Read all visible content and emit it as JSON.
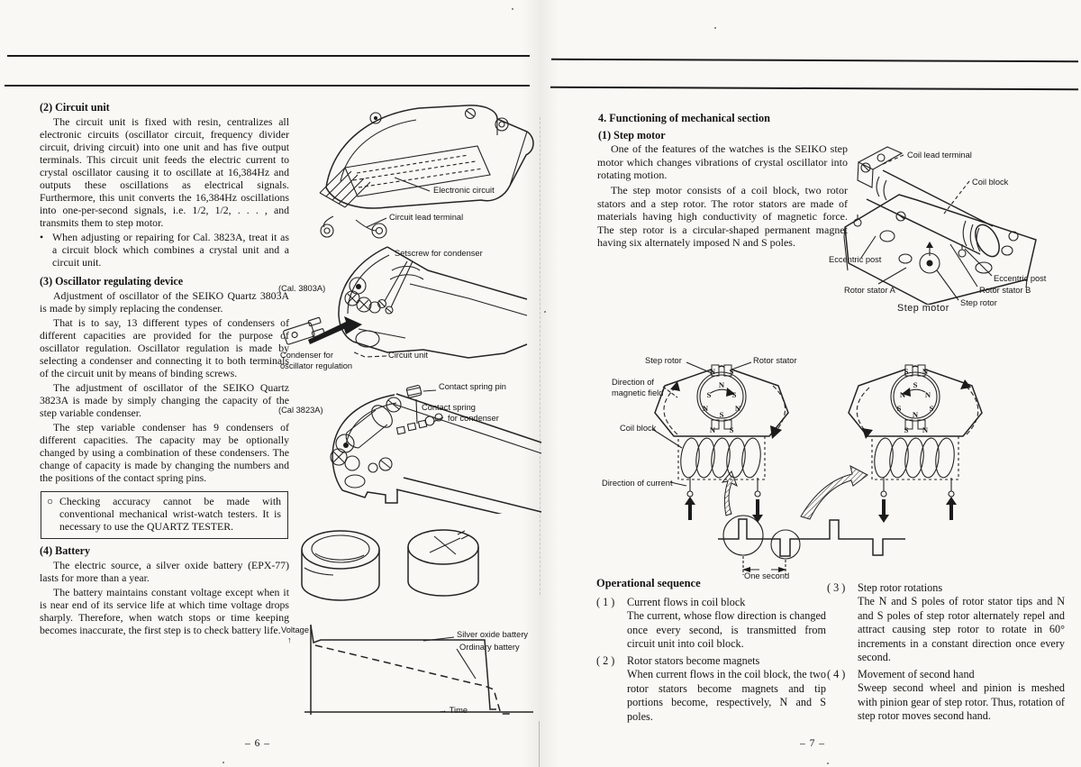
{
  "left_page": {
    "page_number": "– 6 –",
    "section2": {
      "heading": "(2) Circuit unit",
      "p1": "The circuit unit is fixed with resin, centralizes all electronic circuits (oscillator circuit, frequency divider circuit, driving circuit) into one unit and has five output terminals. This circuit unit feeds the electric current to crystal oscillator causing it to oscillate at 16,384Hz and outputs these oscillations as electrical signals. Furthermore, this unit converts the 16,384Hz oscillations into one-per-second signals, i.e. 1/2, 1/2, . . . , and transmits them to step motor.",
      "bullet_marker": "•",
      "bullet": "When adjusting or repairing for Cal. 3823A, treat it as a circuit block which combines a crystal unit and a circuit unit."
    },
    "section3": {
      "heading": "(3) Oscillator regulating device",
      "p1": "Adjustment of oscillator of the SEIKO Quartz 3803A is made by simply replacing the condenser.",
      "p2": "That is to say, 13 different types of condensers of different capacities are provided for the purpose of oscillator regulation. Oscillator regulation is made by selecting a condenser and connecting it to both terminals of the circuit unit by means of binding screws.",
      "p3": "The adjustment of oscillator of the SEIKO Quartz 3823A is made by simply changing the capacity of the step variable condenser.",
      "p4": "The step variable condenser has 9 condensers of different capacities. The capacity may be optionally changed by using a combination of these condensers. The change of capacity is made by changing the numbers and the positions of the contact spring pins."
    },
    "note": {
      "marker": "○",
      "text": "Checking accuracy cannot be made with conventional mechanical wrist-watch testers. It is necessary to use the QUARTZ TESTER."
    },
    "section4": {
      "heading": "(4) Battery",
      "p1": "The electric source, a silver oxide battery (EPX-77) lasts for more than a year.",
      "p2": "The battery maintains constant voltage except when it is near end of its service life at which time voltage drops sharply. Therefore, when watch stops or time keeping becomes inaccurate, the first step is to check battery life."
    },
    "fig_movement": {
      "electronic_circuit": "Electronic circuit",
      "circuit_lead_terminal": "Circuit lead terminal"
    },
    "fig_3803": {
      "cal": "(Cal. 3803A)",
      "setscrew": "Setscrew for condenser",
      "condenser": "Condenser for\noscillator regulation",
      "circuit_unit": "Circuit unit"
    },
    "fig_3823": {
      "cal": "(Cal 3823A)",
      "contact_spring_pin": "Contact spring pin",
      "contact_spring": "Contact spring",
      "for_condenser": "for condenser"
    },
    "fig_voltage": {
      "ylabel": "Voltage",
      "y_arrow": "↑",
      "xlabel": "→ Time",
      "series1": "Silver oxide battery",
      "series2": "Ordinary battery"
    }
  },
  "right_page": {
    "page_number": "– 7 –",
    "heading4": "4. Functioning of mechanical section",
    "section1": {
      "heading": "(1) Step motor",
      "p1": "One of the features of the watches is the SEIKO step motor which changes vibrations of crystal oscillator into rotating motion.",
      "p2": "The step motor consists of a coil block, two rotor stators and a step rotor. The rotor stators are made of materials having high conductivity of magnetic force. The step rotor is a circular-shaped permanent magnet having six alternately imposed N and S poles."
    },
    "fig_step_motor": {
      "coil_lead_terminal": "Coil lead terminal",
      "coil_block": "Coil block",
      "eccentric_post_left": "Eccentric post",
      "rotor_stator_a": "Rotor stator A",
      "eccentric_post_right": "Eccentric post",
      "rotor_stator_b": "Rotor stator B",
      "step_rotor": "Step rotor",
      "caption": "Step motor"
    },
    "fig_schematic": {
      "step_rotor": "Step rotor",
      "rotor_stator": "Rotor stator",
      "direction_magnetic": "Direction of\nmagnetic field",
      "coil_block": "Coil block",
      "direction_current": "Direction of current",
      "one_second": "One second",
      "poles_left": [
        "N",
        "S",
        "N",
        "S",
        "S",
        "N",
        "N",
        "S",
        "N",
        "S"
      ],
      "poles_right": [
        "S",
        "N",
        "S",
        "N",
        "N",
        "S",
        "S",
        "N",
        "S",
        "N"
      ]
    },
    "operational": {
      "heading": "Operational sequence",
      "items": [
        {
          "num": "( 1 )",
          "title": "Current flows in coil block",
          "body": "The current, whose flow direction is changed once every second, is transmitted from circuit unit into coil block."
        },
        {
          "num": "( 2 )",
          "title": "Rotor stators become magnets",
          "body": "When current flows in the coil block, the two rotor stators become magnets and tip portions become, respectively, N and S poles."
        },
        {
          "num": "( 3 )",
          "title": "Step rotor rotations",
          "body": "The N and S poles of rotor stator tips and N and S poles of step rotor alternately repel and attract causing step rotor to rotate in 60° increments in a constant direction once every second."
        },
        {
          "num": "( 4 )",
          "title": "Movement of second hand",
          "body": "Sweep second wheel and pinion is meshed with pinion gear of step rotor. Thus, rotation of step rotor moves second hand."
        }
      ]
    }
  },
  "chart_data": {
    "type": "line",
    "title": "",
    "xlabel": "Time",
    "ylabel": "Voltage",
    "legend": [
      "Silver oxide battery",
      "Ordinary battery"
    ],
    "axes_numeric": false,
    "series": [
      {
        "name": "Silver oxide battery",
        "style": "solid",
        "points_rel": [
          [
            0,
            0.97
          ],
          [
            0.02,
            0.8
          ],
          [
            0.78,
            0.8
          ],
          [
            0.8,
            0.3
          ],
          [
            0.81,
            0.02
          ],
          [
            0.84,
            0.02
          ]
        ]
      },
      {
        "name": "Ordinary battery",
        "style": "dashed",
        "points_rel": [
          [
            0.02,
            0.77
          ],
          [
            0.7,
            0.33
          ],
          [
            0.78,
            0.27
          ],
          [
            0.84,
            0.1
          ],
          [
            0.87,
            0.02
          ],
          [
            0.93,
            0.0
          ]
        ]
      }
    ]
  }
}
